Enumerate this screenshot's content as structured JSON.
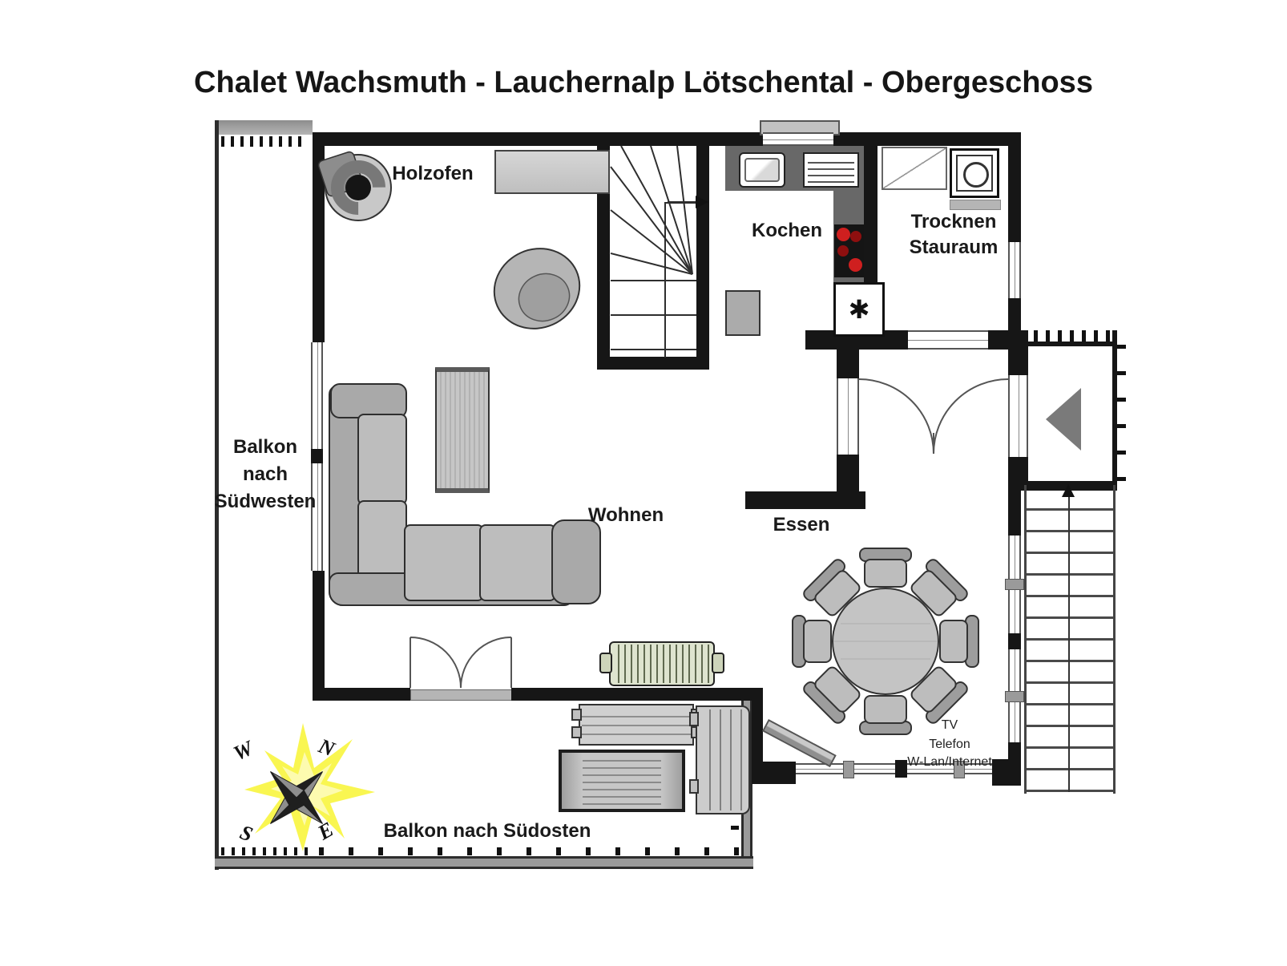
{
  "title": "Chalet Wachsmuth - Lauchernalp Lötschental - Obergeschoss",
  "compass": {
    "north": "N",
    "east": "E",
    "south": "S",
    "west": "W"
  },
  "rooms": {
    "wohnen": {
      "label": "Wohnen"
    },
    "essen": {
      "label": "Essen",
      "amenities": [
        "TV",
        "Telefon",
        "W-Lan/Internet"
      ]
    },
    "kochen": {
      "label": "Kochen",
      "freezer_symbol": "✱"
    },
    "trocknen": {
      "label_line1": "Trocknen",
      "label_line2": "Stauraum"
    },
    "holzofen_label": "Holzofen"
  },
  "balconies": {
    "southwest": {
      "line1": "Balkon",
      "line2": "nach",
      "line3": "Südwesten"
    },
    "southeast": {
      "label": "Balkon nach Südosten"
    }
  },
  "colors": {
    "wall": "#161616",
    "burner_red": "#cf1f1f",
    "compass_glow": "#f8f53e",
    "furniture_gray": "#bdbdbd",
    "radiator_green": "#dee4cf"
  }
}
